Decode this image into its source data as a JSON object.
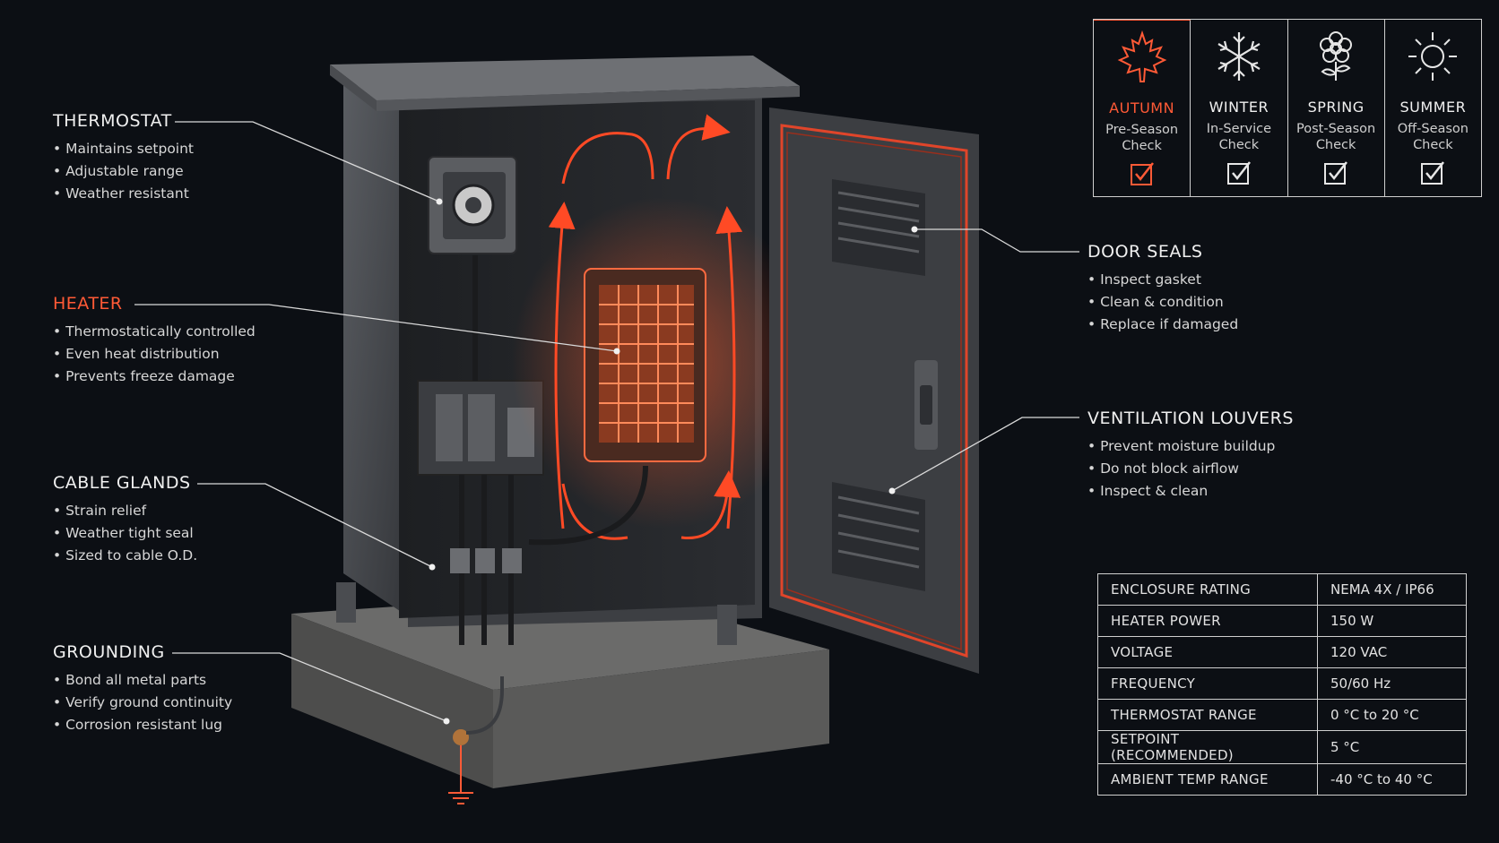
{
  "callouts": {
    "thermostat": {
      "title": "THERMOSTAT",
      "bullets": [
        "Maintains setpoint",
        "Adjustable range",
        "Weather resistant"
      ]
    },
    "heater": {
      "title": "HEATER",
      "bullets": [
        "Thermostatically controlled",
        "Even heat distribution",
        "Prevents freeze damage"
      ]
    },
    "cable_glands": {
      "title": "CABLE GLANDS",
      "bullets": [
        "Strain relief",
        "Weather tight seal",
        "Sized to cable O.D."
      ]
    },
    "grounding": {
      "title": "GROUNDING",
      "bullets": [
        "Bond all metal parts",
        "Verify ground continuity",
        "Corrosion resistant lug"
      ]
    },
    "door_seals": {
      "title": "DOOR SEALS",
      "bullets": [
        "Inspect gasket",
        "Clean & condition",
        "Replace if damaged"
      ]
    },
    "louvers": {
      "title": "VENTILATION LOUVERS",
      "bullets": [
        "Prevent moisture buildup",
        "Do not block airflow",
        "Inspect & clean"
      ]
    }
  },
  "seasons": [
    {
      "name": "AUTUMN",
      "sub": "Pre-Season\nCheck",
      "icon": "maple-leaf-icon",
      "active": true
    },
    {
      "name": "WINTER",
      "sub": "In-Service\nCheck",
      "icon": "snowflake-icon",
      "active": false
    },
    {
      "name": "SPRING",
      "sub": "Post-Season\nCheck",
      "icon": "flower-icon",
      "active": false
    },
    {
      "name": "SUMMER",
      "sub": "Off-Season\nCheck",
      "icon": "sun-icon",
      "active": false
    }
  ],
  "specs": [
    {
      "label": "ENCLOSURE RATING",
      "value": "NEMA 4X / IP66"
    },
    {
      "label": "HEATER POWER",
      "value": "150 W"
    },
    {
      "label": "VOLTAGE",
      "value": "120 VAC"
    },
    {
      "label": "FREQUENCY",
      "value": "50/60 Hz"
    },
    {
      "label": "THERMOSTAT RANGE",
      "value": "0 °C to 20 °C"
    },
    {
      "label": "SETPOINT (RECOMMENDED)",
      "value": "5 °C"
    },
    {
      "label": "AMBIENT TEMP RANGE",
      "value": "-40 °C to 40 °C"
    }
  ],
  "colors": {
    "accent": "#ff5a36",
    "background": "#0c0f14",
    "line": "#cfcfcf"
  }
}
